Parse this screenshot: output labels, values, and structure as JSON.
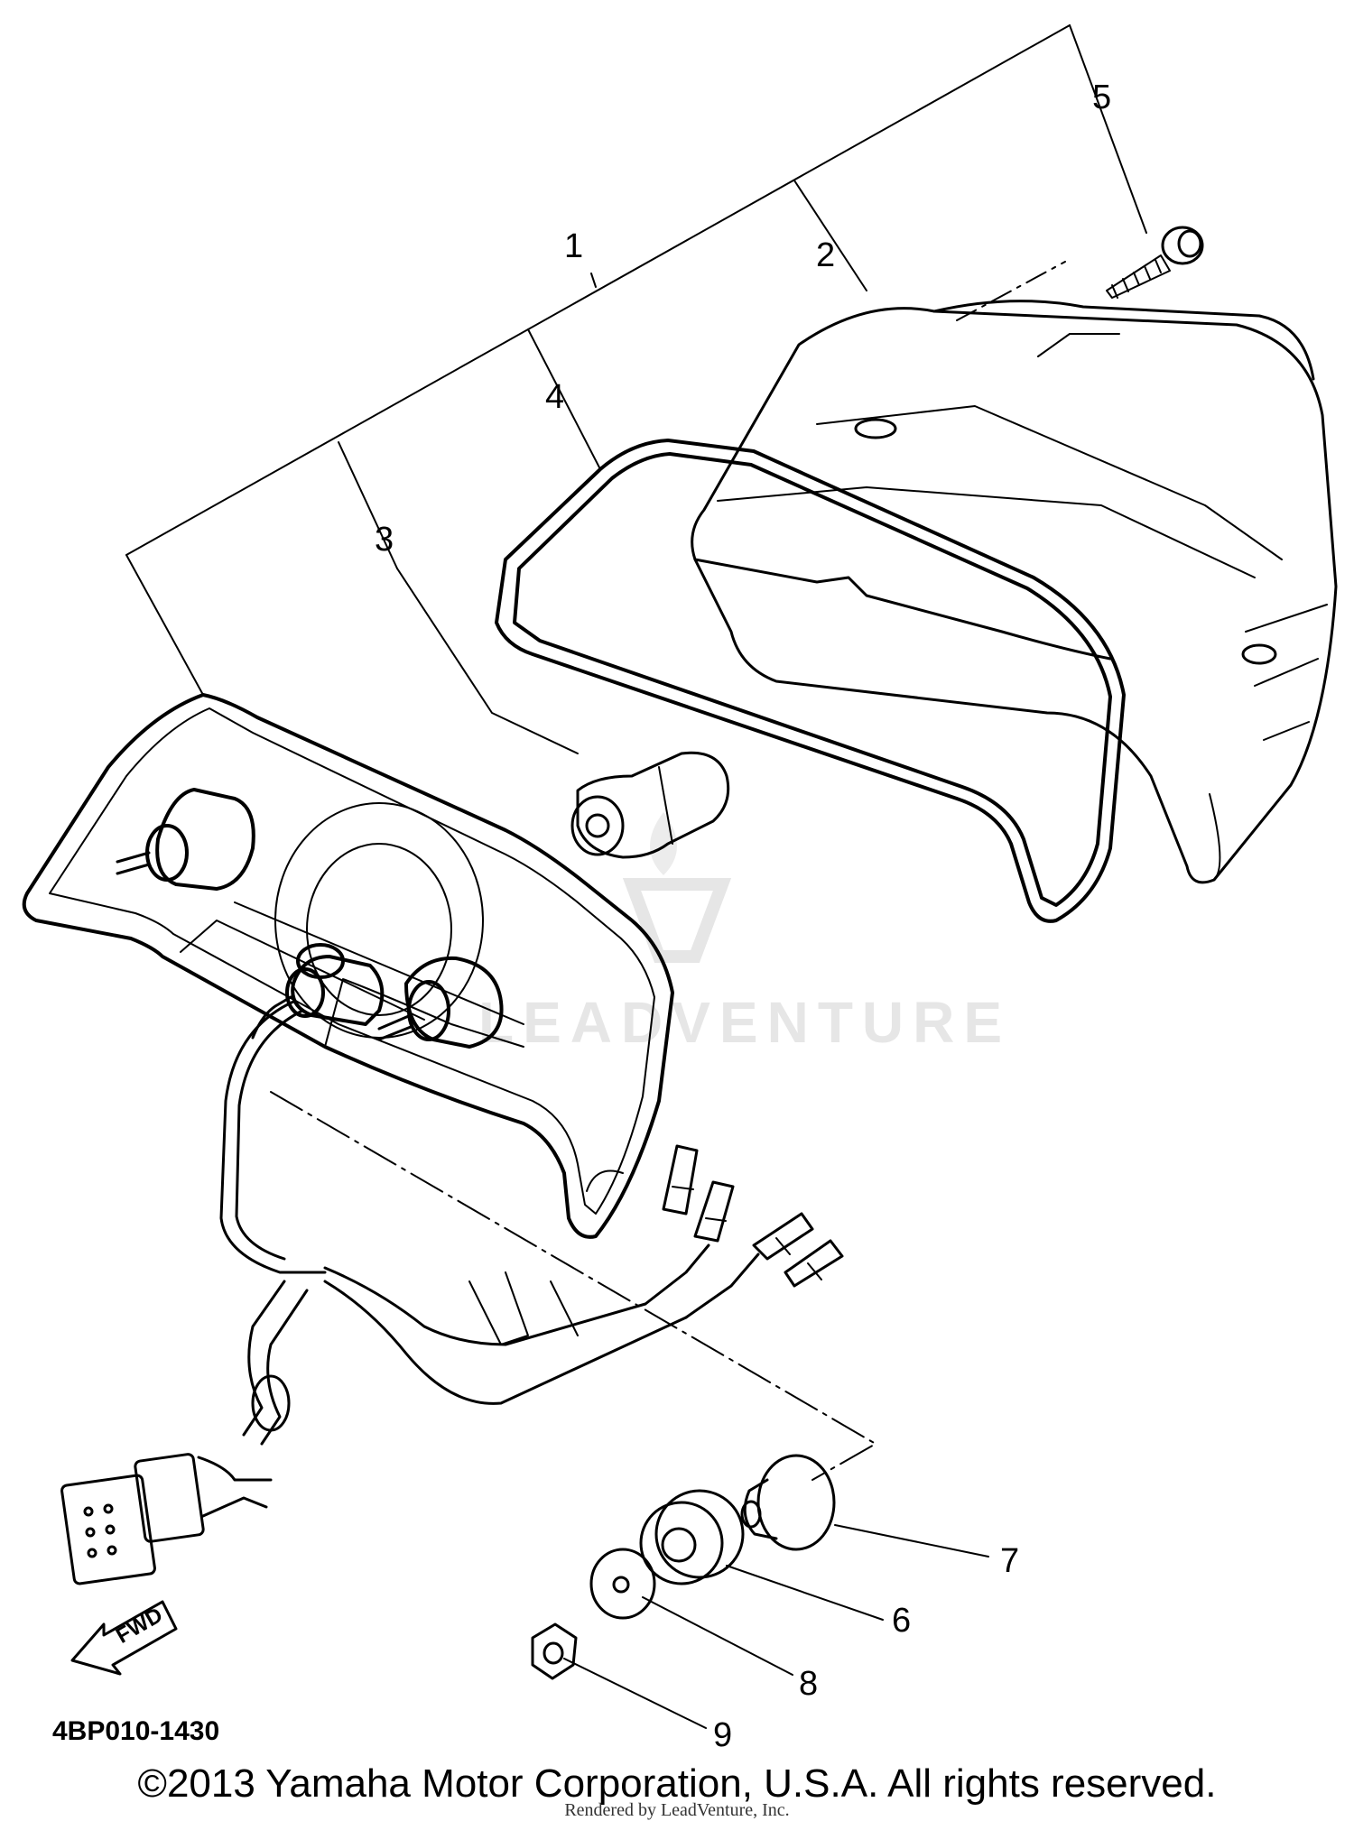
{
  "diagram": {
    "part_labels": [
      "1",
      "2",
      "3",
      "4",
      "5",
      "6",
      "7",
      "8",
      "9"
    ],
    "direction_arrow_text": "FWD",
    "drawing_code": "4BP010-1430",
    "watermark_text": "LEADVENTURE"
  },
  "footer": {
    "copyright": "©2013 Yamaha Motor Corporation, U.S.A. All rights reserved.",
    "rendered_by": "Rendered by LeadVenture, Inc."
  }
}
